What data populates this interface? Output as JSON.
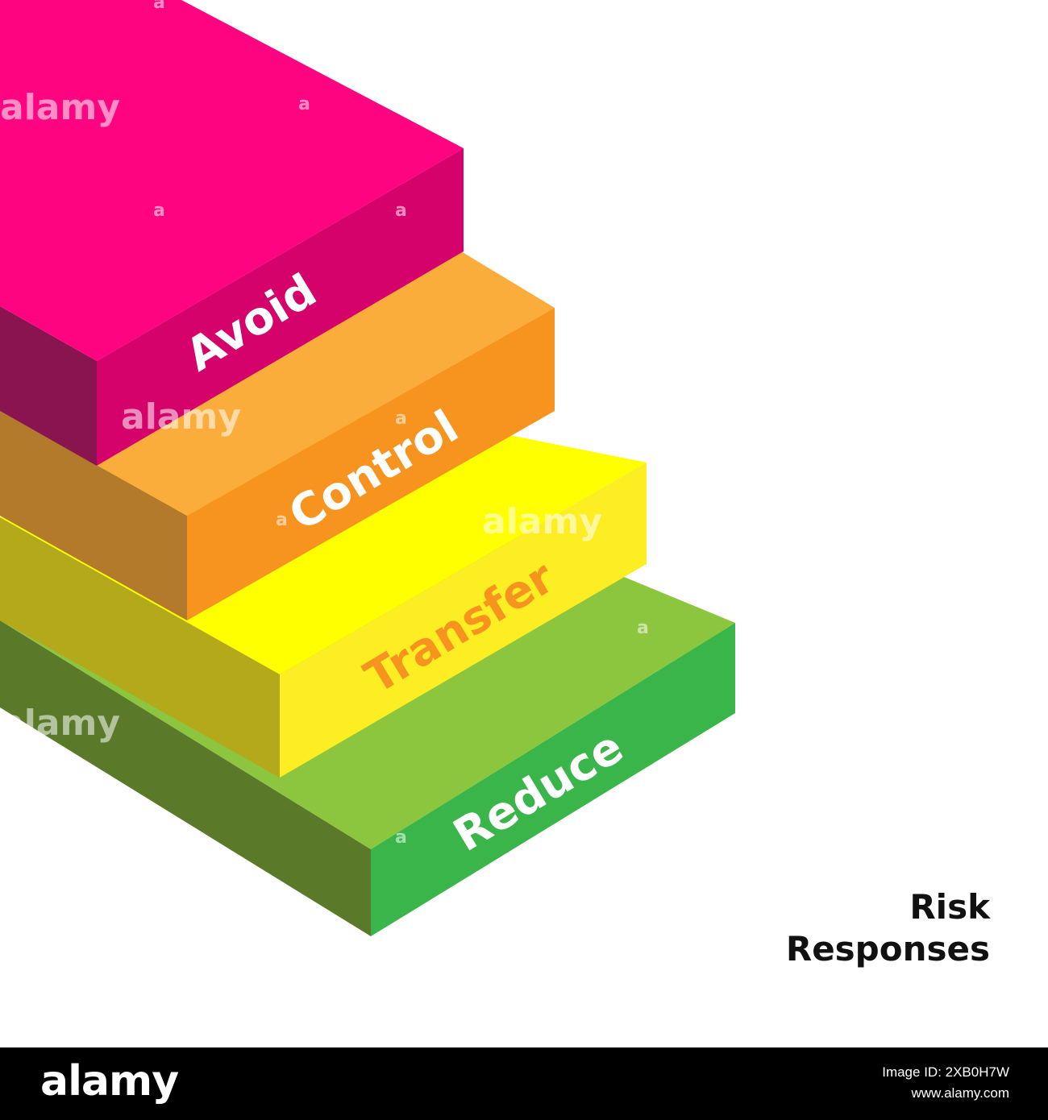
{
  "diagram": {
    "steps": [
      {
        "label": "Avoid",
        "label_color": "#ffffff",
        "top_color": "#ff0480",
        "front_color": "#d4026a",
        "side_color": "#8a1450"
      },
      {
        "label": "Control",
        "label_color": "#ffffff",
        "top_color": "#fbad3b",
        "front_color": "#f7931f",
        "side_color": "#b27a2a"
      },
      {
        "label": "Transfer",
        "label_color": "#f7931f",
        "top_color": "#ffff00",
        "front_color": "#fcee22",
        "side_color": "#b4a91a"
      },
      {
        "label": "Reduce",
        "label_color": "#ffffff",
        "top_color": "#8cc63f",
        "front_color": "#39b54a",
        "side_color": "#5a7a2a"
      }
    ]
  },
  "title": {
    "line1": "Risk",
    "line2": "Responses"
  },
  "watermark": {
    "text": "alamy",
    "symbol": "a"
  },
  "footer": {
    "logo": "alamy",
    "image_id": "Image ID: 2XB0H7W",
    "site": "www.alamy.com"
  }
}
